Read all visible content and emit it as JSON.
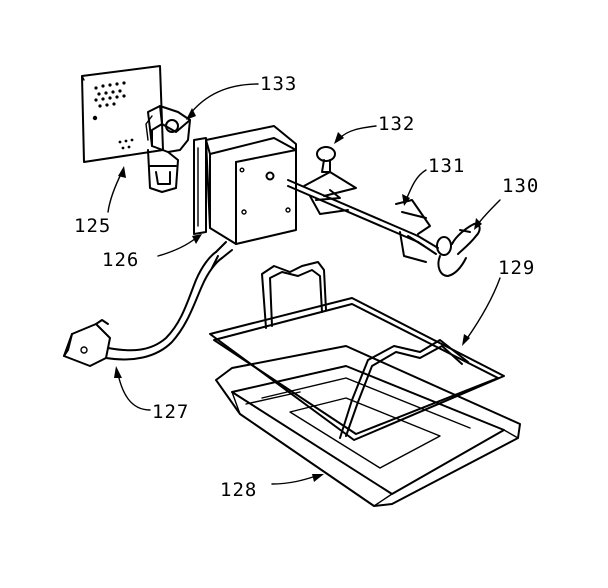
{
  "diagram": {
    "parts": [
      {
        "id": "125",
        "label": "125"
      },
      {
        "id": "126",
        "label": "126"
      },
      {
        "id": "127",
        "label": "127"
      },
      {
        "id": "128",
        "label": "128"
      },
      {
        "id": "129",
        "label": "129"
      },
      {
        "id": "130",
        "label": "130"
      },
      {
        "id": "131",
        "label": "131"
      },
      {
        "id": "132",
        "label": "132"
      },
      {
        "id": "133",
        "label": "133"
      }
    ]
  }
}
